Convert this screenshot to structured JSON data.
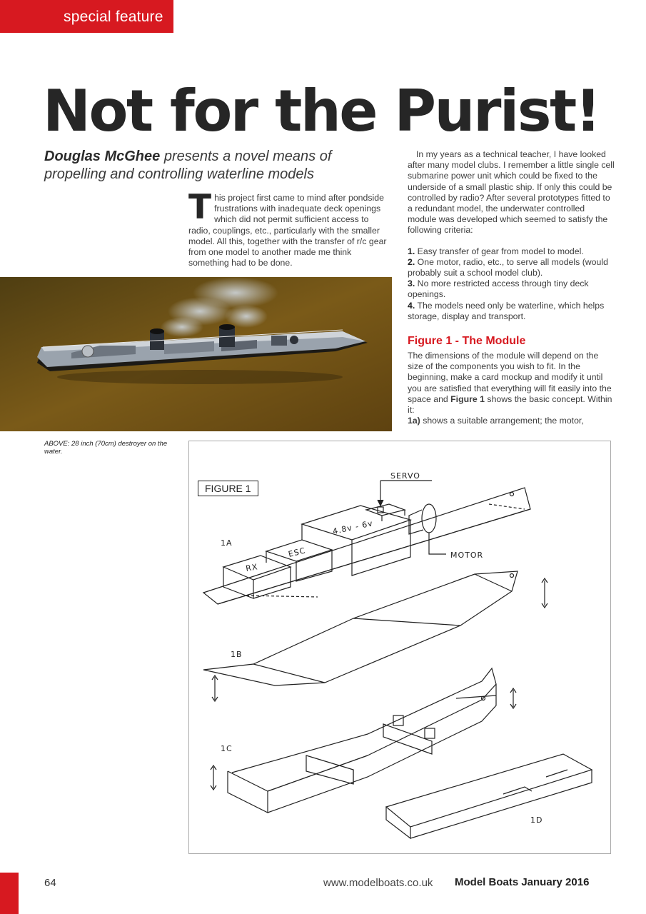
{
  "section_tag": "special feature",
  "headline": "Not for the Purist!",
  "standfirst": {
    "author": "Douglas McGhee",
    "text": " presents a novel means of propelling and controlling waterline models"
  },
  "intro": {
    "dropcap": "T",
    "text": "his project first came to mind after pondside frustrations with inadequate deck openings which did not permit sufficient access to radio, couplings, etc., particularly with the smaller model. All this, together with the transfer of r/c gear from one model to another made me think something had to be done."
  },
  "right_column": {
    "para1": "In my years as a technical teacher, I have looked after many model clubs. I remember a little single cell submarine power unit which could be fixed to the underside of a small plastic ship. If only this could be controlled by radio? After several prototypes fitted to a redundant model, the underwater controlled module was developed which seemed to satisfy the following criteria:",
    "criteria": [
      {
        "num": "1.",
        "text": " Easy transfer of gear from model to model."
      },
      {
        "num": "2.",
        "text": " One motor, radio, etc., to serve all models (would probably suit a school model club)."
      },
      {
        "num": "3.",
        "text": " No more restricted access through tiny deck openings."
      },
      {
        "num": "4.",
        "text": " The models need only be waterline, which helps storage, display and transport."
      }
    ],
    "figure_heading": "Figure 1 - The Module",
    "para2_a": "The dimensions of the module will depend on the size of the components you wish to fit. In the beginning, make a card mockup and modify it until you are satisfied that everything will fit easily into the space and ",
    "para2_bold": "Figure 1",
    "para2_b": " shows the basic concept. Within it:",
    "para3_bold": "1a)",
    "para3": " shows a suitable arrangement; the motor,"
  },
  "photo_caption": "ABOVE: 28 inch (70cm) destroyer on the water.",
  "figure": {
    "label": "FIGURE 1",
    "annotations": {
      "servo": "SERVO",
      "motor": "MOTOR",
      "battery": "4.8v - 6v",
      "esc": "ESC",
      "rx": "RX",
      "part_1a": "1A",
      "part_1b": "1B",
      "part_1c": "1C",
      "part_1d": "1D"
    }
  },
  "footer": {
    "page": "64",
    "url": "www.modelboats.co.uk",
    "magazine": "Model Boats January 2016"
  },
  "colors": {
    "accent_red": "#d71920",
    "water_brown": "#6b4a12"
  }
}
